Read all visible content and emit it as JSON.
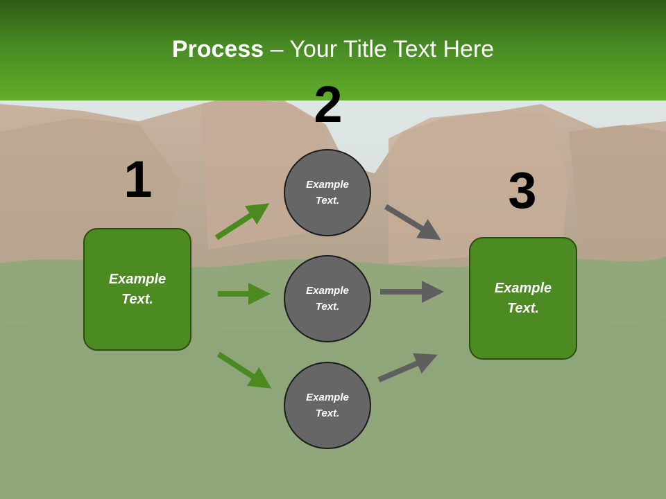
{
  "slide": {
    "title_bold": "Process",
    "title_rest": " – Your Title Text Here",
    "step_numbers": [
      "1",
      "2",
      "3"
    ],
    "left_box_text": "Example\nText.",
    "right_box_text": "Example\nText.",
    "circles": [
      {
        "text": "Example\nText."
      },
      {
        "text": "Example\nText."
      },
      {
        "text": "Example\nText."
      }
    ]
  },
  "colors": {
    "header_green": "#4a8f22",
    "box_green": "#4c8a22",
    "circle_gray": "#666666",
    "arrow_green": "#4b8a1f",
    "arrow_gray": "#5f5f5f"
  }
}
